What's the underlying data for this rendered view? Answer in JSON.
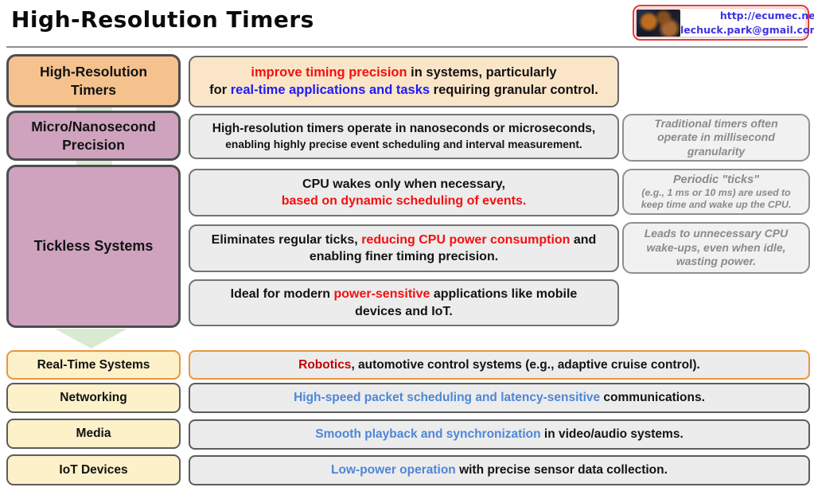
{
  "colors": {
    "ink": "#131313",
    "red": "#f40f0f",
    "dark_red": "#c00505",
    "blue": "#1d1df2",
    "link_blue": "#4e86d8",
    "note_gray": "#8a8a8a",
    "orange_fill": "#f5c28e",
    "pink_fill": "#cfa3be",
    "cream_fill": "#fcf1c9",
    "peach_fill": "#fbe5c8",
    "gray_fill": "#ececec",
    "green_arrow": "#dcead6",
    "orange_border": "#e8963f"
  },
  "header": {
    "title": "High-Resolution Timers",
    "badge": {
      "url": "http://ecumec.net",
      "email": "lechuck.park@gmail.com",
      "photo": "lechuck-thumbnail"
    }
  },
  "flow": {
    "nodes": [
      {
        "label": "High-Resolution Timers"
      },
      {
        "label": "Micro/Nanosecond Precision"
      },
      {
        "label": "Tickless Systems"
      }
    ],
    "apps": [
      {
        "label": "Real-Time Systems"
      },
      {
        "label": "Networking"
      },
      {
        "label": "Media"
      },
      {
        "label": "IoT Devices"
      }
    ]
  },
  "content": {
    "c1": {
      "lines": [
        [
          {
            "t": "improve timing precision",
            "c": "red"
          },
          {
            "t": " in systems, particularly",
            "c": "ink"
          }
        ],
        [
          {
            "t": "for ",
            "c": "ink"
          },
          {
            "t": "real-time applications and tasks",
            "c": "blue"
          },
          {
            "t": " requiring granular control.",
            "c": "ink"
          }
        ]
      ]
    },
    "c2": {
      "lines": [
        [
          {
            "t": "High-resolution timers operate in nanoseconds or microseconds,"
          }
        ],
        [
          {
            "t": "enabling highly precise event scheduling and interval measurement."
          }
        ]
      ]
    },
    "c3": {
      "lines": [
        [
          {
            "t": "CPU wakes only when necessary,"
          }
        ],
        [
          {
            "t": "based on dynamic scheduling of events.",
            "c": "red"
          }
        ]
      ]
    },
    "c4": {
      "lines": [
        [
          {
            "t": "Eliminates regular ticks, "
          },
          {
            "t": "reducing CPU power consumption",
            "c": "red"
          },
          {
            "t": " and"
          }
        ],
        [
          {
            "t": "enabling finer timing precision."
          }
        ]
      ]
    },
    "c5": {
      "lines": [
        [
          {
            "t": "Ideal for modern "
          },
          {
            "t": "power-sensitive",
            "c": "red"
          },
          {
            "t": " applications like mobile"
          }
        ],
        [
          {
            "t": "devices and IoT."
          }
        ]
      ]
    },
    "r1": {
      "lines": [
        [
          {
            "t": "Robotics",
            "c": "dark_red"
          },
          {
            "t": ", automotive control systems (e.g., adaptive cruise control)."
          }
        ]
      ]
    },
    "r2": {
      "lines": [
        [
          {
            "t": "High-speed packet scheduling and latency-sensitive",
            "c": "link_blue"
          },
          {
            "t": " communications."
          }
        ]
      ]
    },
    "r3": {
      "lines": [
        [
          {
            "t": "Smooth playback and synchronization",
            "c": "link_blue"
          },
          {
            "t": " in video/audio systems."
          }
        ]
      ]
    },
    "r4": {
      "lines": [
        [
          {
            "t": "Low-power operation",
            "c": "link_blue"
          },
          {
            "t": " with precise sensor data collection."
          }
        ]
      ]
    }
  },
  "notes": {
    "n1": {
      "lines": [
        [
          {
            "t": "Traditional timers often"
          }
        ],
        [
          {
            "t": "operate in millisecond"
          }
        ],
        [
          {
            "t": "granularity"
          }
        ]
      ]
    },
    "n2": {
      "lines": [
        [
          {
            "t": "Periodic \"ticks\""
          }
        ],
        [
          {
            "t": "(e.g., 1 ms or 10 ms) are used to"
          }
        ],
        [
          {
            "t": "keep time and wake up the CPU."
          }
        ]
      ]
    },
    "n3": {
      "lines": [
        [
          {
            "t": "Leads to unnecessary CPU"
          }
        ],
        [
          {
            "t": "wake-ups, even when idle,"
          }
        ],
        [
          {
            "t": "wasting power."
          }
        ]
      ]
    }
  }
}
